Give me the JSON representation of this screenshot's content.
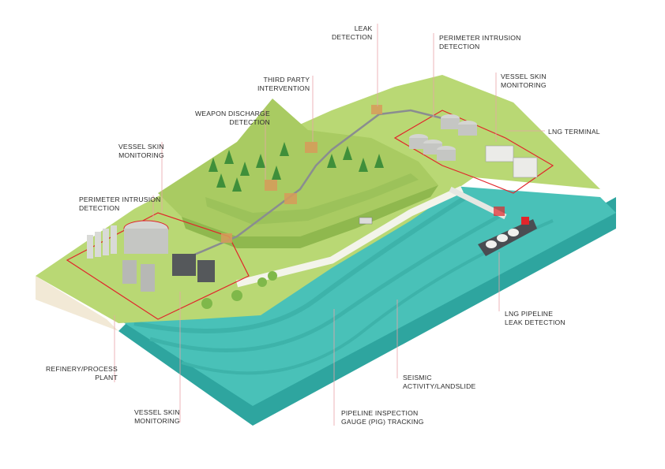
{
  "colors": {
    "land_top": "#b9d874",
    "land_hill_light": "#a9cb62",
    "land_hill_dark": "#8fb84e",
    "soil_side": "#f2e9d6",
    "water_top": "#49c1b8",
    "water_side": "#2ea59f",
    "perimeter_line": "#e1252b",
    "callout_line": "#e8a4a8",
    "road": "#f3f4ea",
    "pipe": "#8a8d90",
    "tank": "#d4d5d2",
    "building_dark": "#55585b",
    "tree": "#3f8f3a"
  },
  "labels": {
    "leak_detection": [
      "LEAK",
      "DETECTION"
    ],
    "perimeter_intrusion_top": [
      "PERIMETER INTRUSION",
      "DETECTION"
    ],
    "vessel_skin_top": [
      "VESSEL SKIN",
      "MONITORING"
    ],
    "lng_terminal": [
      "LNG TERMINAL"
    ],
    "third_party": [
      "THIRD PARTY",
      "INTERVENTION"
    ],
    "weapon_discharge": [
      "WEAPON DISCHARGE",
      "DETECTION"
    ],
    "vessel_skin_left": [
      "VESSEL SKIN",
      "MONITORING"
    ],
    "perimeter_intrusion_left": [
      "PERIMETER INTRUSION",
      "DETECTION"
    ],
    "lng_pipeline": [
      "LNG PIPELINE",
      "LEAK DETECTION"
    ],
    "refinery": [
      "REFINERY/PROCESS",
      "PLANT"
    ],
    "seismic": [
      "SEISMIC",
      "ACTIVITY/LANDSLIDE"
    ],
    "vessel_skin_bottom": [
      "VESSEL SKIN",
      "MONITORING"
    ],
    "pig_tracking": [
      "PIPELINE INSPECTION",
      "GAUGE (PIG) TRACKING"
    ]
  },
  "icons": [
    "tree-icon",
    "storage-tank-icon",
    "lng-carrier-ship-icon",
    "truck-icon",
    "sensor-marker-icon"
  ]
}
